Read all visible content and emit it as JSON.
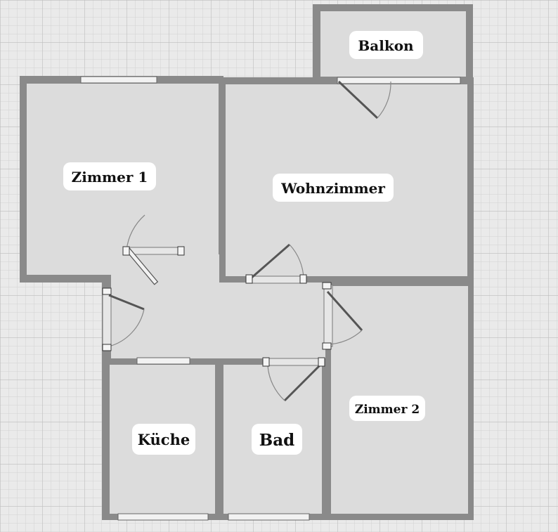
{
  "floorplan": {
    "rooms": [
      {
        "id": "balkon",
        "label": "Balkon"
      },
      {
        "id": "zimmer-1",
        "label": "Zimmer 1"
      },
      {
        "id": "wohnzimmer",
        "label": "Wohnzimmer"
      },
      {
        "id": "zimmer-2",
        "label": "Zimmer 2"
      },
      {
        "id": "kueche",
        "label": "Küche"
      },
      {
        "id": "bad",
        "label": "Bad"
      }
    ]
  }
}
